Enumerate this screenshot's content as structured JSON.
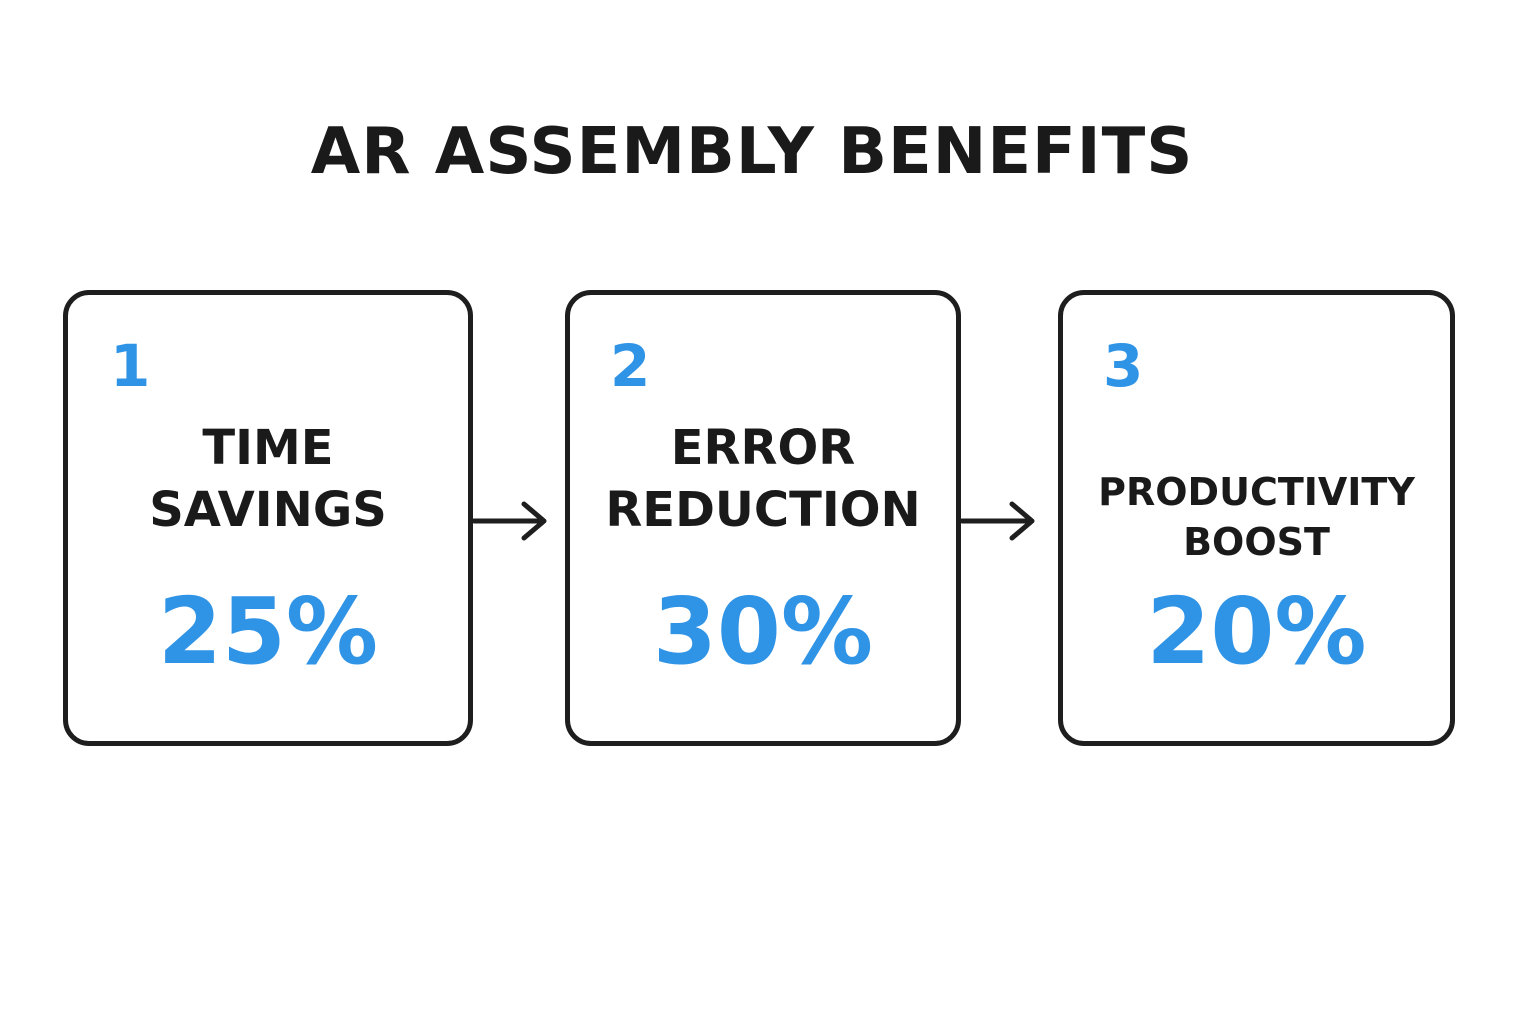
{
  "title": "AR ASSEMBLY BENEFITS",
  "steps": [
    {
      "number": "1",
      "label_line1": "TIME",
      "label_line2": "SAVINGS",
      "value": "25%"
    },
    {
      "number": "2",
      "label_line1": "ERROR",
      "label_line2": "REDUCTION",
      "value": "30%"
    },
    {
      "number": "3",
      "label_line1": "PRODUCTIVITY",
      "label_line2": "BOOST",
      "value": "20%"
    }
  ],
  "colors": {
    "accent": "#2f93e6",
    "text": "#1a1a1a",
    "border": "#1e1e1e",
    "background": "#ffffff"
  },
  "icons": [
    "arrow-right-icon",
    "arrow-right-icon"
  ]
}
